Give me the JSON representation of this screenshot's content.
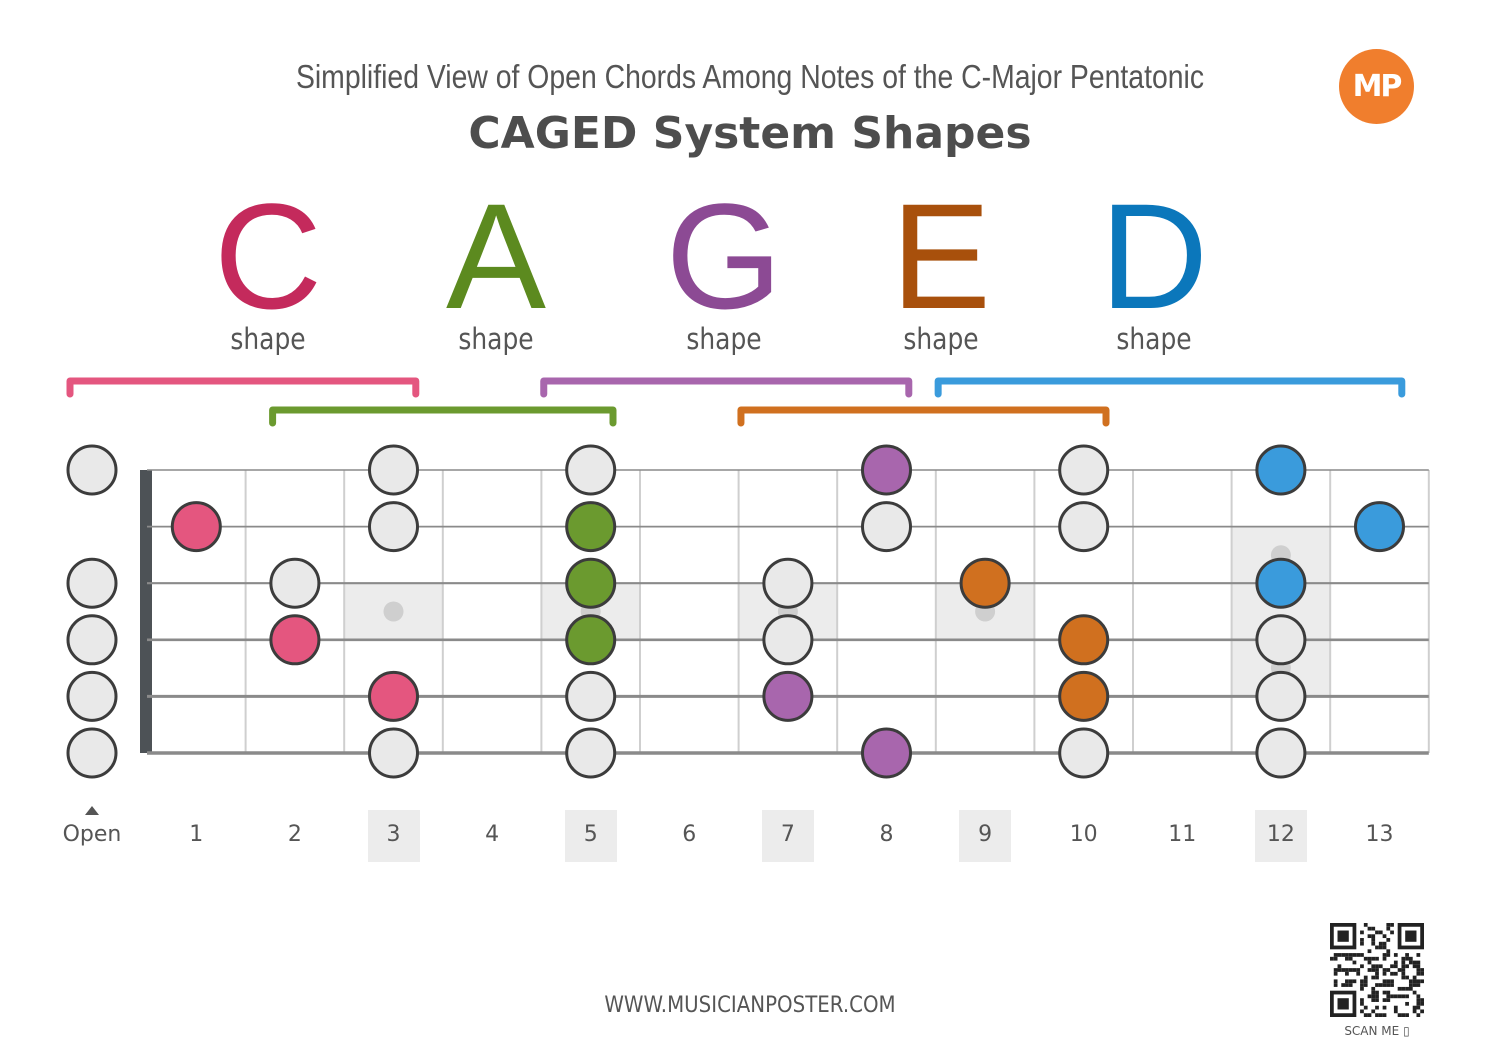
{
  "header": {
    "subtitle": "Simplified View of Open Chords Among Notes of the C-Major Pentatonic",
    "title": "CAGED System Shapes",
    "logo_text": "MP"
  },
  "shapes": [
    {
      "letter": "C",
      "word": "shape",
      "color": "#c42a5c"
    },
    {
      "letter": "A",
      "word": "shape",
      "color": "#5c8a1f"
    },
    {
      "letter": "G",
      "word": "shape",
      "color": "#8c4a94"
    },
    {
      "letter": "E",
      "word": "shape",
      "color": "#a8500c"
    },
    {
      "letter": "D",
      "word": "shape",
      "color": "#0b77bb"
    }
  ],
  "colors": {
    "C": "#e4567f",
    "A": "#6b9a2f",
    "G": "#a866ad",
    "E": "#d0701f",
    "D": "#3a9bdc",
    "neutral": "#e9e9e9",
    "C_bracket": "#e4567f",
    "A_bracket": "#6b9a2f",
    "G_bracket": "#a866ad",
    "E_bracket": "#d0701f",
    "D_bracket": "#3a9bdc"
  },
  "brackets": [
    {
      "shape": "C",
      "from_fret": 0,
      "to_fret": 3
    },
    {
      "shape": "A",
      "from_fret": 2,
      "to_fret": 5
    },
    {
      "shape": "G",
      "from_fret": 4.75,
      "to_fret": 8
    },
    {
      "shape": "E",
      "from_fret": 6.75,
      "to_fret": 10
    },
    {
      "shape": "D",
      "from_fret": 8.75,
      "to_fret": 13
    }
  ],
  "fretboard": {
    "fret_labels": [
      "Open",
      "1",
      "2",
      "3",
      "4",
      "5",
      "6",
      "7",
      "8",
      "9",
      "10",
      "11",
      "12",
      "13"
    ],
    "highlighted_frets": [
      3,
      5,
      7,
      9,
      12
    ],
    "notes": [
      {
        "string": 1,
        "fret": 0,
        "shape": "neutral"
      },
      {
        "string": 3,
        "fret": 0,
        "shape": "neutral"
      },
      {
        "string": 4,
        "fret": 0,
        "shape": "neutral"
      },
      {
        "string": 5,
        "fret": 0,
        "shape": "neutral"
      },
      {
        "string": 6,
        "fret": 0,
        "shape": "neutral"
      },
      {
        "string": 2,
        "fret": 1,
        "shape": "C"
      },
      {
        "string": 3,
        "fret": 2,
        "shape": "neutral"
      },
      {
        "string": 4,
        "fret": 2,
        "shape": "C"
      },
      {
        "string": 1,
        "fret": 3,
        "shape": "neutral"
      },
      {
        "string": 2,
        "fret": 3,
        "shape": "neutral"
      },
      {
        "string": 5,
        "fret": 3,
        "shape": "C"
      },
      {
        "string": 6,
        "fret": 3,
        "shape": "neutral"
      },
      {
        "string": 1,
        "fret": 5,
        "shape": "neutral"
      },
      {
        "string": 2,
        "fret": 5,
        "shape": "A"
      },
      {
        "string": 3,
        "fret": 5,
        "shape": "A"
      },
      {
        "string": 4,
        "fret": 5,
        "shape": "A"
      },
      {
        "string": 5,
        "fret": 5,
        "shape": "neutral"
      },
      {
        "string": 6,
        "fret": 5,
        "shape": "neutral"
      },
      {
        "string": 3,
        "fret": 7,
        "shape": "neutral"
      },
      {
        "string": 4,
        "fret": 7,
        "shape": "neutral"
      },
      {
        "string": 5,
        "fret": 7,
        "shape": "G"
      },
      {
        "string": 1,
        "fret": 8,
        "shape": "G"
      },
      {
        "string": 2,
        "fret": 8,
        "shape": "neutral"
      },
      {
        "string": 6,
        "fret": 8,
        "shape": "G"
      },
      {
        "string": 3,
        "fret": 9,
        "shape": "E"
      },
      {
        "string": 1,
        "fret": 10,
        "shape": "neutral"
      },
      {
        "string": 2,
        "fret": 10,
        "shape": "neutral"
      },
      {
        "string": 4,
        "fret": 10,
        "shape": "E"
      },
      {
        "string": 5,
        "fret": 10,
        "shape": "E"
      },
      {
        "string": 6,
        "fret": 10,
        "shape": "neutral"
      },
      {
        "string": 1,
        "fret": 12,
        "shape": "D"
      },
      {
        "string": 3,
        "fret": 12,
        "shape": "D"
      },
      {
        "string": 4,
        "fret": 12,
        "shape": "neutral"
      },
      {
        "string": 5,
        "fret": 12,
        "shape": "neutral"
      },
      {
        "string": 6,
        "fret": 12,
        "shape": "neutral"
      },
      {
        "string": 2,
        "fret": 13,
        "shape": "D"
      }
    ]
  },
  "footer": {
    "website": "WWW.MUSICIANPOSTER.COM",
    "scan_me": "SCAN ME"
  }
}
